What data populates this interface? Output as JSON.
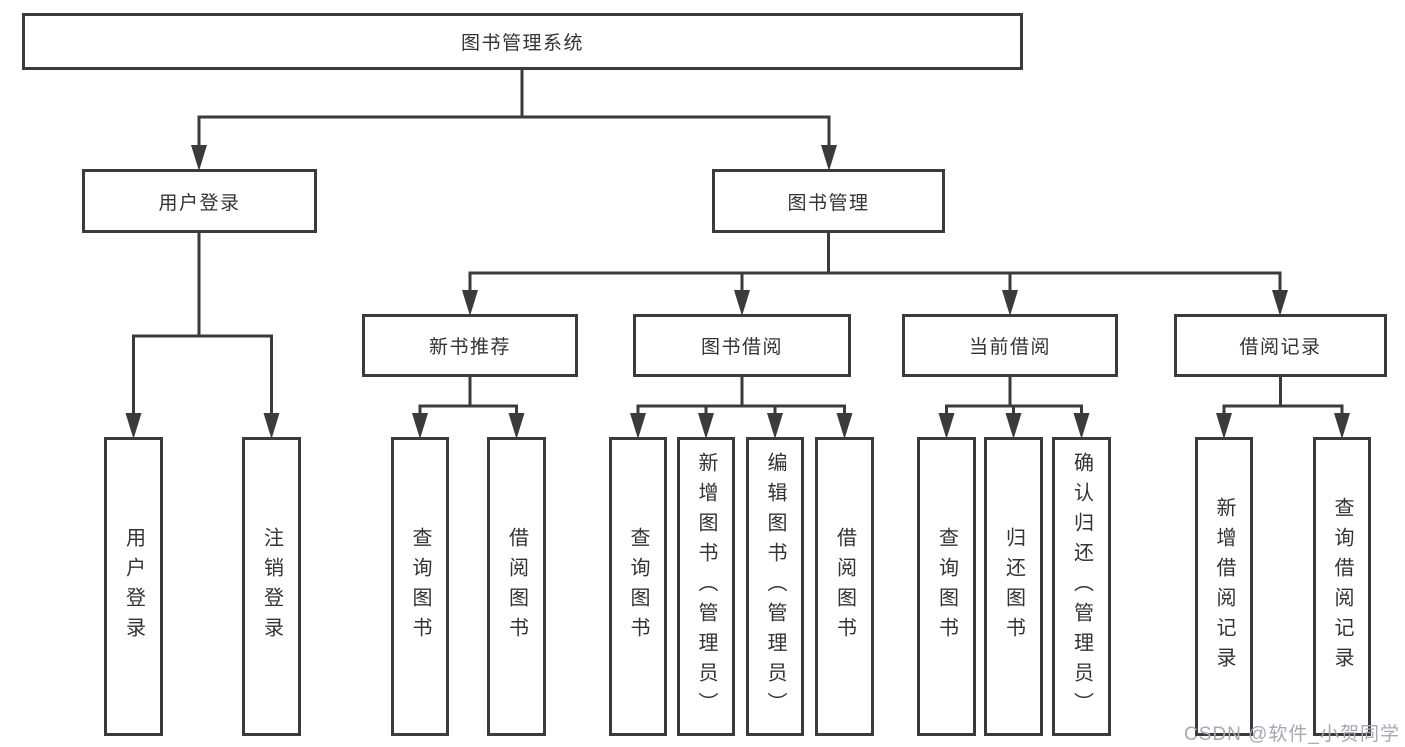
{
  "tree": {
    "label": "图书管理系统",
    "children": [
      {
        "label": "用户登录",
        "children": [
          {
            "label": "用户登录"
          },
          {
            "label": "注销登录"
          }
        ]
      },
      {
        "label": "图书管理",
        "children": [
          {
            "label": "新书推荐",
            "children": [
              {
                "label": "查询图书"
              },
              {
                "label": "借阅图书"
              }
            ]
          },
          {
            "label": "图书借阅",
            "children": [
              {
                "label": "查询图书"
              },
              {
                "label": "新增图书（管理员）"
              },
              {
                "label": "编辑图书（管理员）"
              },
              {
                "label": "借阅图书"
              }
            ]
          },
          {
            "label": "当前借阅",
            "children": [
              {
                "label": "查询图书"
              },
              {
                "label": "归还图书"
              },
              {
                "label": "确认归还（管理员）"
              }
            ]
          },
          {
            "label": "借阅记录",
            "children": [
              {
                "label": "新增借阅记录"
              },
              {
                "label": "查询借阅记录"
              }
            ]
          }
        ]
      }
    ]
  },
  "watermark": {
    "text": "CSDN @软件_小贺同学"
  },
  "colors": {
    "line": "#3b3b3b",
    "text": "#333333",
    "background": "#ffffff",
    "watermark": "#a6a9b2"
  }
}
